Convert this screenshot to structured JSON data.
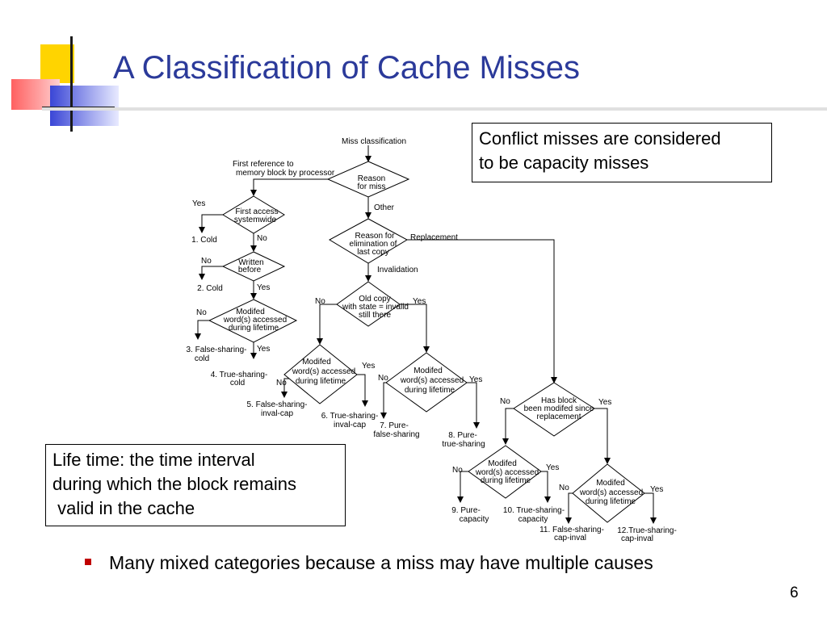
{
  "slide": {
    "title": "A Classification of Cache Misses",
    "page_number": "6",
    "bullet": "Many mixed categories because a miss may have multiple causes"
  },
  "callouts": {
    "conflict": [
      "Conflict misses are considered",
      "to be capacity misses"
    ],
    "lifetime": [
      "Life time: the time interval",
      "during which the block remains",
      " valid in the cache"
    ]
  },
  "diagram": {
    "root": "Miss classification",
    "decisions": {
      "reason": [
        "Reason",
        "for miss"
      ],
      "first_access": [
        "First access",
        "systemwide"
      ],
      "written": [
        "Written",
        "before"
      ],
      "modified_a": [
        "Modifed",
        "word(s) accessed",
        "during lifetime"
      ],
      "elimination": [
        "Reason for",
        "elimination of",
        "last copy"
      ],
      "old_copy": [
        "Old copy",
        "with state = invalid",
        "still there"
      ],
      "modified_b": [
        "Modifed",
        "word(s) accessed",
        "during lifetime"
      ],
      "modified_c": [
        "Modifed",
        "word(s) accessed",
        "during lifetime"
      ],
      "has_block": [
        "Has block",
        "been modifed since",
        "replacement"
      ],
      "modified_d": [
        "Modifed",
        "word(s) accessed",
        "during lifetime"
      ],
      "modified_e": [
        "Modifed",
        "word(s) accessed",
        "during lifetime"
      ]
    },
    "edge_labels": {
      "first_ref": [
        "First reference to",
        "memory block by processor"
      ],
      "other": "Other",
      "replacement": "Replacement",
      "invalidation": "Invalidation",
      "yes": "Yes",
      "no": "No"
    },
    "outcomes": {
      "o1": [
        "1. Cold"
      ],
      "o2": [
        "2. Cold"
      ],
      "o3": [
        "3. False-sharing-",
        "cold"
      ],
      "o4": [
        "4. True-sharing-",
        "cold"
      ],
      "o5": [
        "5. False-sharing-",
        "inval-cap"
      ],
      "o6": [
        "6. True-sharing-",
        "inval-cap"
      ],
      "o7": [
        "7. Pure-",
        "false-sharing"
      ],
      "o8": [
        "8. Pure-",
        "true-sharing"
      ],
      "o9": [
        "9. Pure-",
        "capacity"
      ],
      "o10": [
        "10. True-sharing-",
        "capacity"
      ],
      "o11": [
        "11. False-sharing-",
        "cap-inval"
      ],
      "o12": [
        "12.True-sharing-",
        "cap-inval"
      ]
    }
  }
}
